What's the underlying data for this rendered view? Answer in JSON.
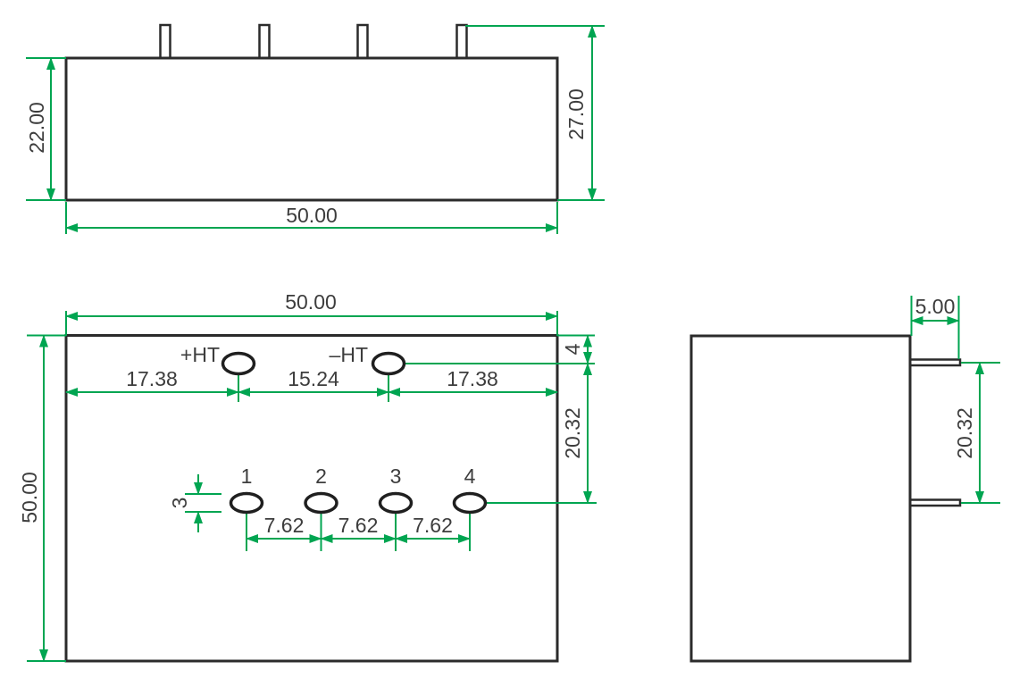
{
  "colors": {
    "dimension": "#00a551",
    "outline": "#2b2b2b",
    "text": "#3d3d3d"
  },
  "front": {
    "height": "22.00",
    "total_height": "27.00",
    "width": "50.00"
  },
  "plan": {
    "width": "50.00",
    "depth": "50.00",
    "ht_left": "17.38",
    "ht_pitch": "15.24",
    "ht_right": "17.38",
    "ht_edge_offset": "4",
    "row_spacing": "20.32",
    "hole_height": "3",
    "pitch1": "7.62",
    "pitch2": "7.62",
    "pitch3": "7.62",
    "ht_plus_label": "+HT",
    "ht_minus_label": "–HT",
    "pin_labels": [
      "1",
      "2",
      "3",
      "4"
    ]
  },
  "side": {
    "pin_length": "5.00",
    "pin_spacing": "20.32"
  }
}
